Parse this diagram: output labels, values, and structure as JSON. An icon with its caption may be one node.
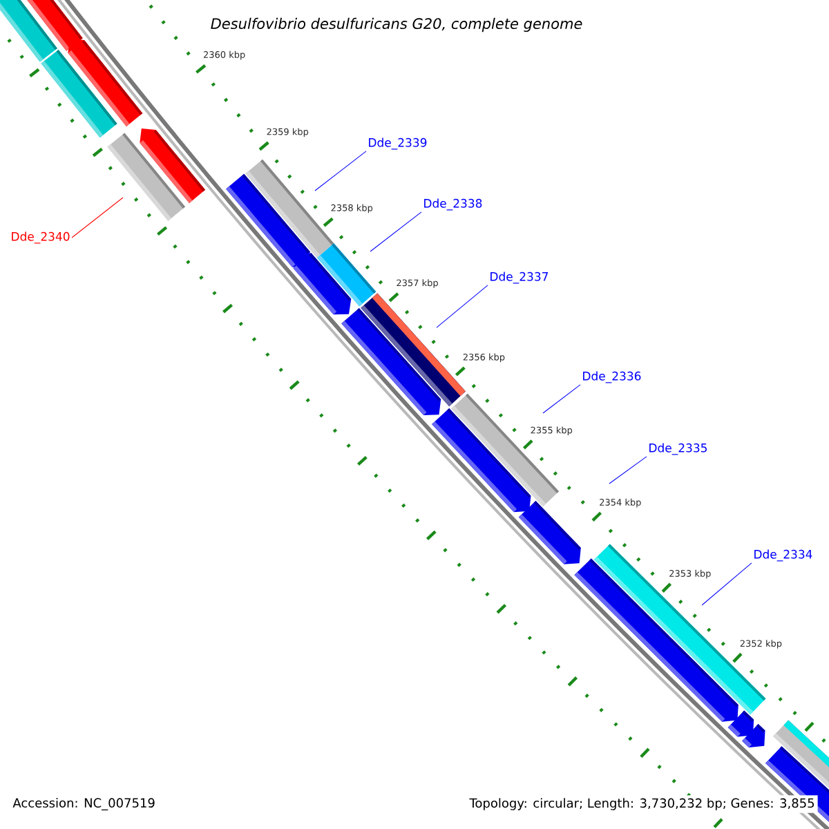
{
  "diagram": {
    "title": "Desulfovibrio desulfuricans G20, complete genome",
    "nodes": [
      {
        "text": [
          "Dde_2339"
        ]
      },
      {
        "text": [
          "Dde_2338"
        ]
      },
      {
        "text": [
          "Dde_2340"
        ]
      },
      {
        "text": [
          "Dde_2337"
        ]
      },
      {
        "text": [
          "Dde_2336"
        ]
      },
      {
        "text": [
          "Dde_2335"
        ]
      },
      {
        "text": [
          "Dde_2334"
        ]
      }
    ],
    "edges": [
      {
        "from": 0,
        "to": null,
        "arrow": "none"
      },
      {
        "from": 1,
        "to": null,
        "arrow": "none"
      },
      {
        "from": 2,
        "to": null,
        "arrow": "none",
        "color": "#ff0000"
      },
      {
        "from": 3,
        "to": null,
        "arrow": "none"
      },
      {
        "from": 4,
        "to": null,
        "arrow": "none"
      },
      {
        "from": 5,
        "to": null,
        "arrow": "none"
      },
      {
        "from": 6,
        "to": null,
        "arrow": "none"
      }
    ],
    "labels": [
      "2360 kbp",
      "2359 kbp",
      "2358 kbp",
      "2357 kbp",
      "2356 kbp",
      "2355 kbp",
      "2354 kbp",
      "2353 kbp",
      "2352 kbp",
      "Accession: NC_007519",
      "Topology: circular; Length: 3,730,232 bp; Genes: 3,855"
    ]
  }
}
